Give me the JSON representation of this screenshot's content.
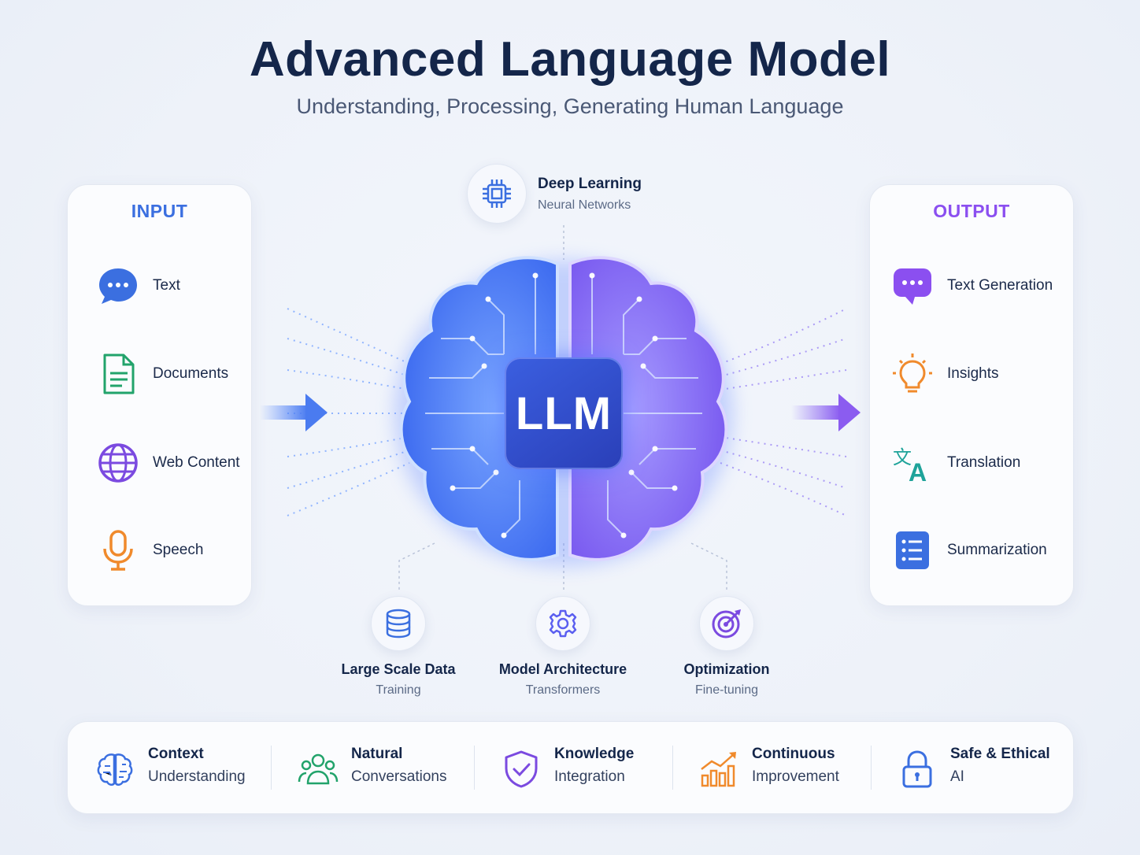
{
  "header": {
    "title": "Advanced Language Model",
    "subtitle": "Understanding, Processing, Generating Human Language"
  },
  "input_panel": {
    "heading": "INPUT",
    "items": [
      {
        "label": "Text",
        "icon": "chat-bubble-icon",
        "color": "#3b6fe0"
      },
      {
        "label": "Documents",
        "icon": "document-icon",
        "color": "#22a36b"
      },
      {
        "label": "Web Content",
        "icon": "globe-icon",
        "color": "#7b4ae0"
      },
      {
        "label": "Speech",
        "icon": "microphone-icon",
        "color": "#f08a2c"
      }
    ]
  },
  "output_panel": {
    "heading": "OUTPUT",
    "items": [
      {
        "label": "Text Generation",
        "icon": "chat-bubble-icon",
        "color": "#8b4ff0"
      },
      {
        "label": "Insights",
        "icon": "lightbulb-icon",
        "color": "#f08a2c"
      },
      {
        "label": "Translation",
        "icon": "translate-icon",
        "color": "#1fa39a"
      },
      {
        "label": "Summarization",
        "icon": "list-icon",
        "color": "#3b6fe0"
      }
    ]
  },
  "center": {
    "label": "LLM",
    "top_node": {
      "title": "Deep Learning",
      "subtitle": "Neural Networks",
      "icon": "chip-icon"
    },
    "bottom_nodes": [
      {
        "title": "Large Scale Data",
        "subtitle": "Training",
        "icon": "database-icon"
      },
      {
        "title": "Model Architecture",
        "subtitle": "Transformers",
        "icon": "gear-icon"
      },
      {
        "title": "Optimization",
        "subtitle": "Fine-tuning",
        "icon": "target-icon"
      }
    ]
  },
  "features": [
    {
      "line1": "Context",
      "line2": "Understanding",
      "icon": "brain-icon"
    },
    {
      "line1": "Natural",
      "line2": "Conversations",
      "icon": "users-icon"
    },
    {
      "line1": "Knowledge",
      "line2": "Integration",
      "icon": "shield-check-icon"
    },
    {
      "line1": "Continuous",
      "line2": "Improvement",
      "icon": "growth-chart-icon"
    },
    {
      "line1": "Safe & Ethical",
      "line2": "AI",
      "icon": "lock-icon"
    }
  ],
  "colors": {
    "input_accent": "#3b6fe0",
    "output_accent": "#8b4ff0",
    "title": "#14264a",
    "brain_left": "#4a7bff",
    "brain_right": "#8a6cf5"
  }
}
